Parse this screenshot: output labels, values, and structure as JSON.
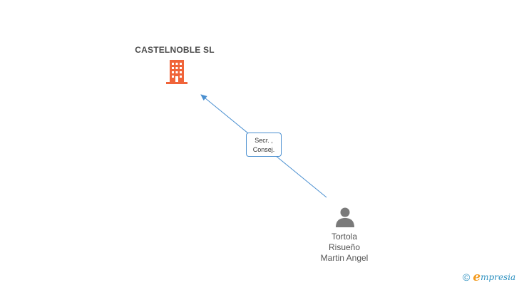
{
  "company": {
    "name": "CASTELNOBLE SL",
    "icon": "building-icon",
    "color": "#f0643a"
  },
  "relation": {
    "role_line1": "Secr. ,",
    "role_line2": "Consej.",
    "edge_color": "#4a8fd0"
  },
  "person": {
    "icon": "person-icon",
    "name_line1": "Tortola",
    "name_line2": "Risueño",
    "name_line3": "Martin Angel",
    "color": "#7a7a7a"
  },
  "brand": {
    "copyright": "©",
    "logo_initial": "e",
    "logo_rest": "mpresia"
  }
}
